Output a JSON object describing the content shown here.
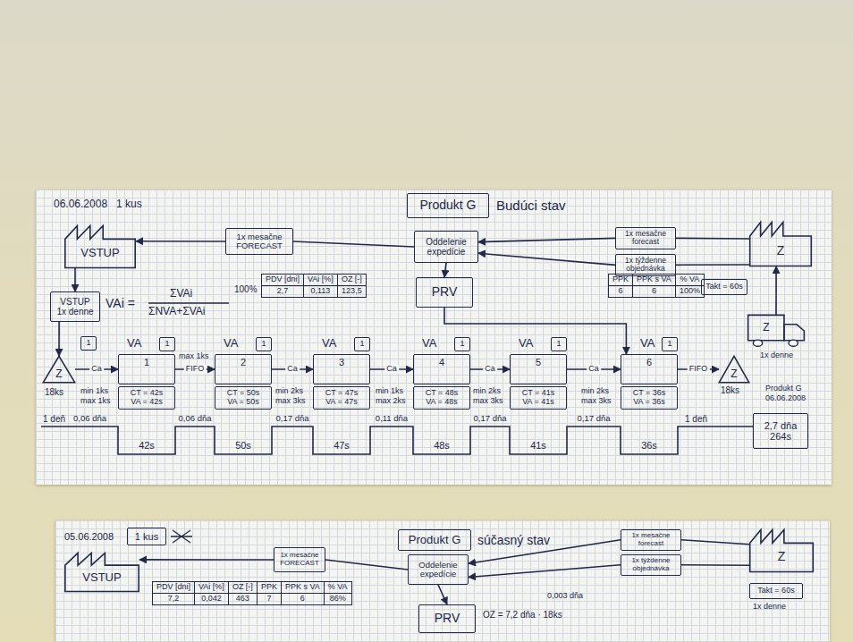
{
  "diagram": {
    "title": "Budúci stav",
    "nodes": [
      {
        "text": [
          "Produkt G"
        ]
      },
      {
        "text": [
          "VSTUP"
        ]
      },
      {
        "text": [
          "1x mesačne FORECAST"
        ]
      },
      {
        "text": [
          "Oddelenie expedície"
        ]
      },
      {
        "text": [
          "PRV"
        ]
      },
      {
        "text": [
          "1x mesačne forecast"
        ]
      },
      {
        "text": [
          "1x týždenne objednávka"
        ]
      },
      {
        "text": [
          "Z"
        ]
      },
      {
        "text": [
          "Takt = 60s"
        ]
      },
      {
        "text": [
          "PDV [dni]",
          "VAi [%]",
          "OZ [-]",
          "2,7",
          "0,113",
          "123,5"
        ]
      },
      {
        "text": [
          "PPK",
          "PPK s VA",
          "% VA",
          "6",
          "6",
          "100%"
        ]
      },
      {
        "text": [
          "VSTUP",
          "1x denne"
        ]
      },
      {
        "text": [
          "1"
        ]
      },
      {
        "text": [
          "Z"
        ]
      },
      {
        "text": [
          "1"
        ]
      },
      {
        "text": [
          "2"
        ]
      },
      {
        "text": [
          "3"
        ]
      },
      {
        "text": [
          "4"
        ]
      },
      {
        "text": [
          "5"
        ]
      },
      {
        "text": [
          "6"
        ]
      },
      {
        "text": [
          "1"
        ]
      },
      {
        "text": [
          "1"
        ]
      },
      {
        "text": [
          "1"
        ]
      },
      {
        "text": [
          "1"
        ]
      },
      {
        "text": [
          "1"
        ]
      },
      {
        "text": [
          "1"
        ]
      },
      {
        "text": [
          "CT = 42s",
          "VA = 42s"
        ]
      },
      {
        "text": [
          "CT = 50s",
          "VA = 50s"
        ]
      },
      {
        "text": [
          "CT = 47s",
          "VA = 47s"
        ]
      },
      {
        "text": [
          "CT = 48s",
          "VA = 48s"
        ]
      },
      {
        "text": [
          "CT = 41s",
          "VA = 41s"
        ]
      },
      {
        "text": [
          "CT = 36s",
          "VA = 36s"
        ]
      },
      {
        "text": [
          "Z"
        ]
      },
      {
        "text": [
          "Z"
        ]
      },
      {
        "text": [
          "2,7 dňa",
          "264s"
        ]
      },
      {
        "text": [
          "Produkt G"
        ]
      },
      {
        "text": [
          "1 kus"
        ]
      },
      {
        "text": [
          "VSTUP"
        ]
      },
      {
        "text": [
          "1x mesačne FORECAST"
        ]
      },
      {
        "text": [
          "Oddelenie expedície"
        ]
      },
      {
        "text": [
          "PRV"
        ]
      },
      {
        "text": [
          "1x mesačne forecast"
        ]
      },
      {
        "text": [
          "1x týždenne objednávka"
        ]
      },
      {
        "text": [
          "Z"
        ]
      },
      {
        "text": [
          "Takt = 60s"
        ]
      },
      {
        "text": [
          "PDV [dni]",
          "VAi [%]",
          "OZ [-]",
          "PPK",
          "PPK s VA",
          "% VA",
          "7,2",
          "0,042",
          "463",
          "7",
          "6",
          "86%"
        ]
      }
    ],
    "edges": [
      {
        "from": 2,
        "to": 1,
        "arrow": "to"
      },
      {
        "from": 3,
        "to": 2,
        "arrow": "none"
      },
      {
        "from": 5,
        "to": 3,
        "arrow": "to"
      },
      {
        "from": 6,
        "to": 3,
        "arrow": "to"
      },
      {
        "from": 7,
        "to": 5,
        "arrow": "none"
      },
      {
        "from": 7,
        "to": 6,
        "arrow": "none"
      },
      {
        "from": 3,
        "to": 4,
        "arrow": "to"
      },
      {
        "from": 4,
        "to": 19,
        "arrow": "to"
      },
      {
        "from": 1,
        "to": 11,
        "arrow": "to"
      },
      {
        "from": 11,
        "to": 13,
        "arrow": "to"
      },
      {
        "from": 13,
        "to": 14,
        "arrow": "to",
        "label": "Ca"
      },
      {
        "from": 14,
        "to": 15,
        "arrow": "to",
        "label": "FIFO"
      },
      {
        "from": 15,
        "to": 16,
        "arrow": "to",
        "label": "Ca"
      },
      {
        "from": 16,
        "to": 17,
        "arrow": "to",
        "label": "Ca"
      },
      {
        "from": 17,
        "to": 18,
        "arrow": "to",
        "label": "Ca"
      },
      {
        "from": 18,
        "to": 19,
        "arrow": "to",
        "label": "Ca"
      },
      {
        "from": 19,
        "to": 32,
        "arrow": "to",
        "label": "FIFO"
      },
      {
        "from": 33,
        "to": 7,
        "arrow": "to"
      },
      {
        "from": 38,
        "to": 37,
        "arrow": "to"
      },
      {
        "from": 39,
        "to": 38,
        "arrow": "none"
      },
      {
        "from": 41,
        "to": 39,
        "arrow": "to"
      },
      {
        "from": 42,
        "to": 39,
        "arrow": "to"
      },
      {
        "from": 43,
        "to": 41,
        "arrow": "none"
      },
      {
        "from": 43,
        "to": 42,
        "arrow": "none"
      },
      {
        "from": 39,
        "to": 40,
        "arrow": "to"
      }
    ],
    "labels": [
      "06.06.2008",
      "1 kus",
      "100%",
      "VAi =",
      "ΣVAi",
      "ΣNVA+ΣVAi",
      "VA",
      "VA",
      "VA",
      "VA",
      "VA",
      "VA",
      "18ks",
      "min 1ks",
      "max 1ks",
      "max 1ks",
      "min 2ks",
      "max 3ks",
      "min 1ks",
      "max 2ks",
      "min 2ks",
      "max 3ks",
      "min 2ks",
      "max 3ks",
      "1 deň",
      "0,06 dňa",
      "0,06 dňa",
      "0,17 dňa",
      "0,11 dňa",
      "0,17 dňa",
      "0,17 dňa",
      "42s",
      "50s",
      "47s",
      "48s",
      "41s",
      "36s",
      "1 deň",
      "18ks",
      "1x denne",
      "Produkt G",
      "06.06.2008",
      "05.06.2008",
      "súčasný stav",
      "OZ = 7,2 dňa · 18ks",
      "0,003 dňa",
      "1x denne"
    ]
  }
}
